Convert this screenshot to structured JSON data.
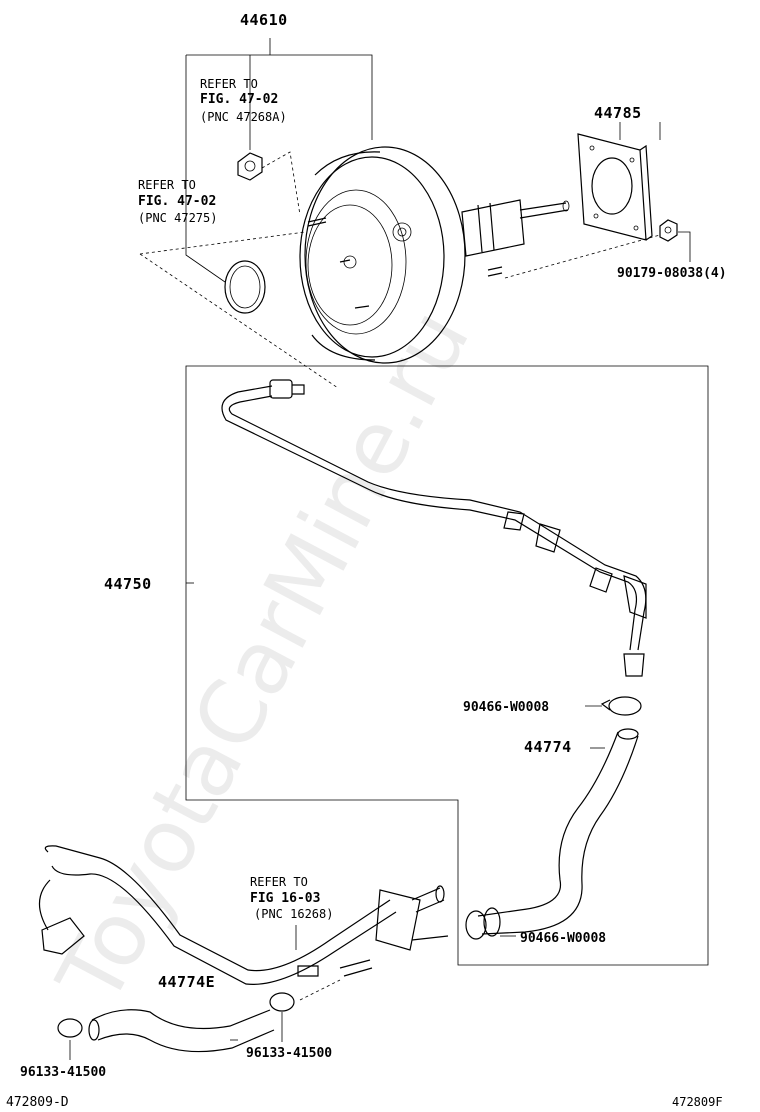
{
  "watermark": "ToyotaCarMine.ru",
  "parts": {
    "booster": "44610",
    "gasket": "44785",
    "nut": "90179-08038(4)",
    "union_assy": "44750",
    "clip_upper": "90466-W0008",
    "hose_upper": "44774",
    "clip_lower": "90466-W0008",
    "hose_lower": "44774E",
    "clamp_right": "96133-41500",
    "clamp_left": "96133-41500"
  },
  "refs": [
    {
      "line1": "REFER TO",
      "line2": "FIG. 47-02",
      "line3": "(PNC 47268A)"
    },
    {
      "line1": "REFER TO",
      "line2": "FIG. 47-02",
      "line3": "(PNC 47275)"
    },
    {
      "line1": "REFER TO",
      "line2": "FIG 16-03",
      "line3": "(PNC 16268)"
    }
  ],
  "footer": {
    "left_code": "472809-D",
    "right_code": "472809F"
  },
  "icons": [
    "brake-booster-icon",
    "gasket-plate-icon",
    "nut-icon",
    "vacuum-pipe-icon",
    "hose-clip-icon",
    "vacuum-hose-icon",
    "o-ring-icon",
    "check-valve-icon"
  ]
}
